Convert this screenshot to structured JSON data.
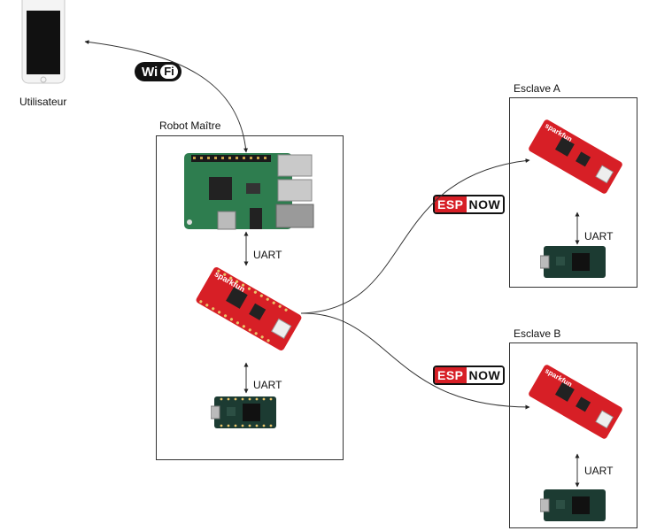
{
  "user": {
    "label": "Utilisateur"
  },
  "wifi": {
    "left": "Wi",
    "right": "Fi"
  },
  "master": {
    "title": "Robot Maître"
  },
  "slave_a": {
    "title": "Esclave A"
  },
  "slave_b": {
    "title": "Esclave B"
  },
  "links": {
    "uart_master_1": "UART",
    "uart_master_2": "UART",
    "uart_slave_a": "UART",
    "uart_slave_b": "UART"
  },
  "espnow": {
    "left": "ESP",
    "right": "NOW"
  },
  "colors": {
    "sparkfun_red": "#d71f26",
    "pcb_green": "#2e7d4f",
    "teensy_dark": "#1c3b32",
    "phone_screen": "#111111"
  }
}
